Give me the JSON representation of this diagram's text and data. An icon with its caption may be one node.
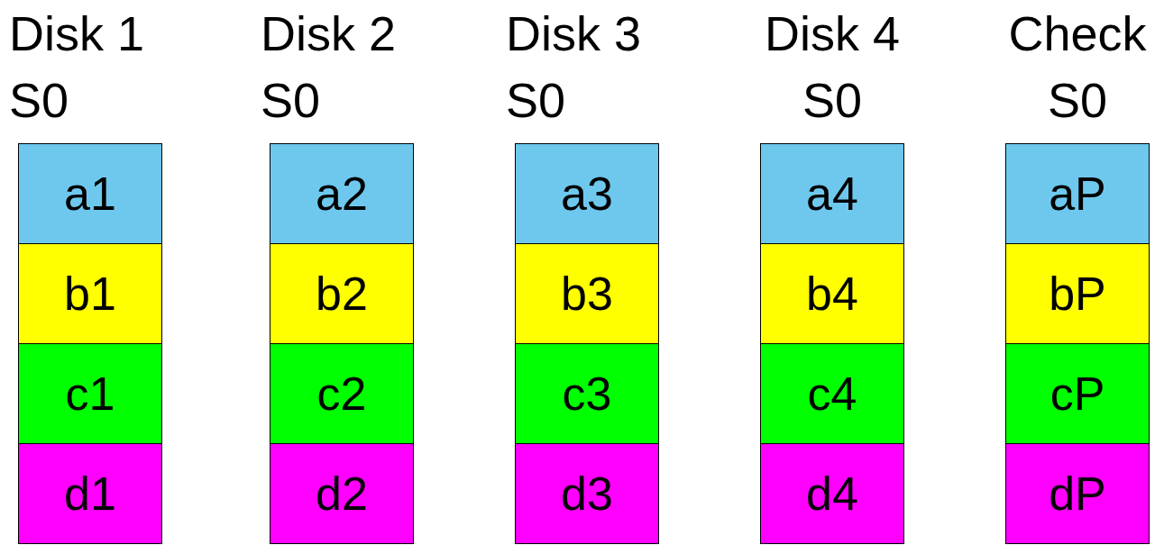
{
  "diagram": {
    "nodes": [
      {
        "text": [
          "Disk 1",
          "S0"
        ]
      },
      {
        "text": [
          "a1"
        ],
        "in": 0
      },
      {
        "text": [
          "b1"
        ],
        "in": 0
      },
      {
        "text": [
          "c1"
        ],
        "in": 0
      },
      {
        "text": [
          "d1"
        ],
        "in": 0
      },
      {
        "text": [
          "Disk 2",
          "S0"
        ]
      },
      {
        "text": [
          "a2"
        ],
        "in": 5
      },
      {
        "text": [
          "b2"
        ],
        "in": 5
      },
      {
        "text": [
          "c2"
        ],
        "in": 5
      },
      {
        "text": [
          "d2"
        ],
        "in": 5
      },
      {
        "text": [
          "Disk 3",
          "S0"
        ]
      },
      {
        "text": [
          "a3"
        ],
        "in": 10
      },
      {
        "text": [
          "b3"
        ],
        "in": 10
      },
      {
        "text": [
          "c3"
        ],
        "in": 10
      },
      {
        "text": [
          "d3"
        ],
        "in": 10
      },
      {
        "text": [
          "Disk 4",
          "S0"
        ]
      },
      {
        "text": [
          "a4"
        ],
        "in": 15
      },
      {
        "text": [
          "b4"
        ],
        "in": 15
      },
      {
        "text": [
          "c4"
        ],
        "in": 15
      },
      {
        "text": [
          "d4"
        ],
        "in": 15
      },
      {
        "text": [
          "Check",
          "S0"
        ]
      },
      {
        "text": [
          "aP"
        ],
        "in": 20
      },
      {
        "text": [
          "bP"
        ],
        "in": 20
      },
      {
        "text": [
          "cP"
        ],
        "in": 20
      },
      {
        "text": [
          "dP"
        ],
        "in": 20
      }
    ]
  }
}
